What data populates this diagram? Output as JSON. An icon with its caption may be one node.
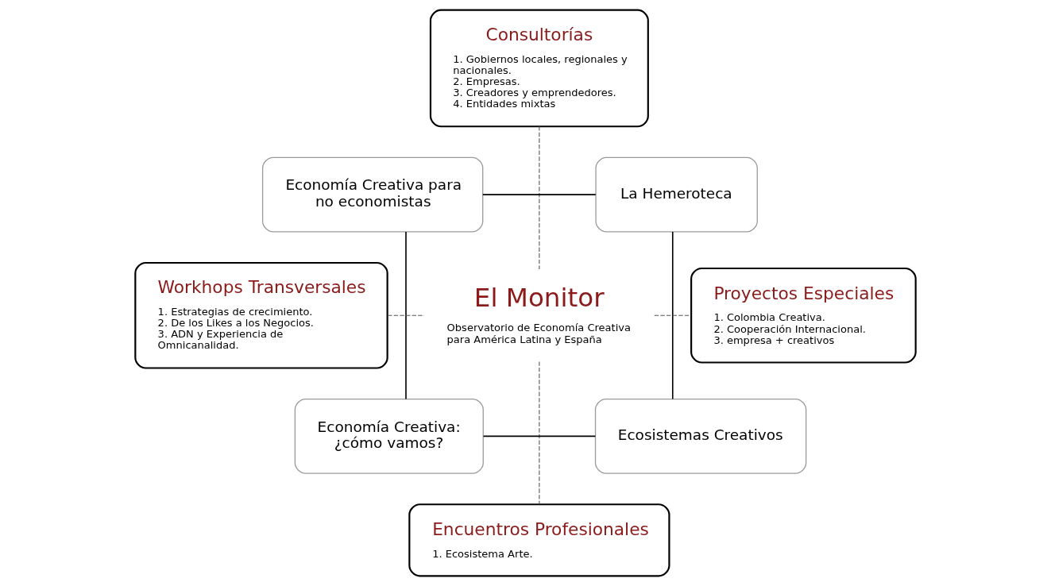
{
  "diagram": {
    "nodes": [
      {
        "text": [
          "Consultorías",
          "1. Gobiernos locales, regionales y nacionales. 2. Empresas. 3. Creadores y emprendedores. 4. Entidades mixtas"
        ]
      },
      {
        "text": [
          "Economía Creativa para no economistas"
        ]
      },
      {
        "text": [
          "La Hemeroteca"
        ]
      },
      {
        "text": [
          "Workhops Transversales",
          "1. Estrategias de crecimiento. 2. De los Likes a los Negocios. 3. ADN y Experiencia de Omnicanalidad."
        ]
      },
      {
        "text": [
          "El Monitor",
          "Observatorio de Economía Creativa para América Latina y España"
        ]
      },
      {
        "text": [
          "Proyectos Especiales",
          "1. Colombia Creativa. 2. Cooperación Internacional. 3. empresa + creativos"
        ]
      },
      {
        "text": [
          "Economía Creativa: ¿cómo vamos?"
        ]
      },
      {
        "text": [
          "Ecosistemas Creativos"
        ]
      },
      {
        "text": [
          "Encuentros Profesionales",
          "1. Ecosistema Arte."
        ]
      }
    ],
    "edges": [
      {
        "from": 1,
        "to": 2,
        "arrow": "none"
      },
      {
        "from": 1,
        "to": 6,
        "arrow": "none"
      },
      {
        "from": 2,
        "to": 7,
        "arrow": "none"
      },
      {
        "from": 6,
        "to": 7,
        "arrow": "none"
      },
      {
        "from": 0,
        "to": 4,
        "arrow": "none",
        "style": "dashed"
      },
      {
        "from": 3,
        "to": 4,
        "arrow": "none",
        "style": "dashed"
      },
      {
        "from": 4,
        "to": 5,
        "arrow": "none",
        "style": "dashed"
      },
      {
        "from": 4,
        "to": 8,
        "arrow": "none",
        "style": "dashed"
      }
    ]
  }
}
